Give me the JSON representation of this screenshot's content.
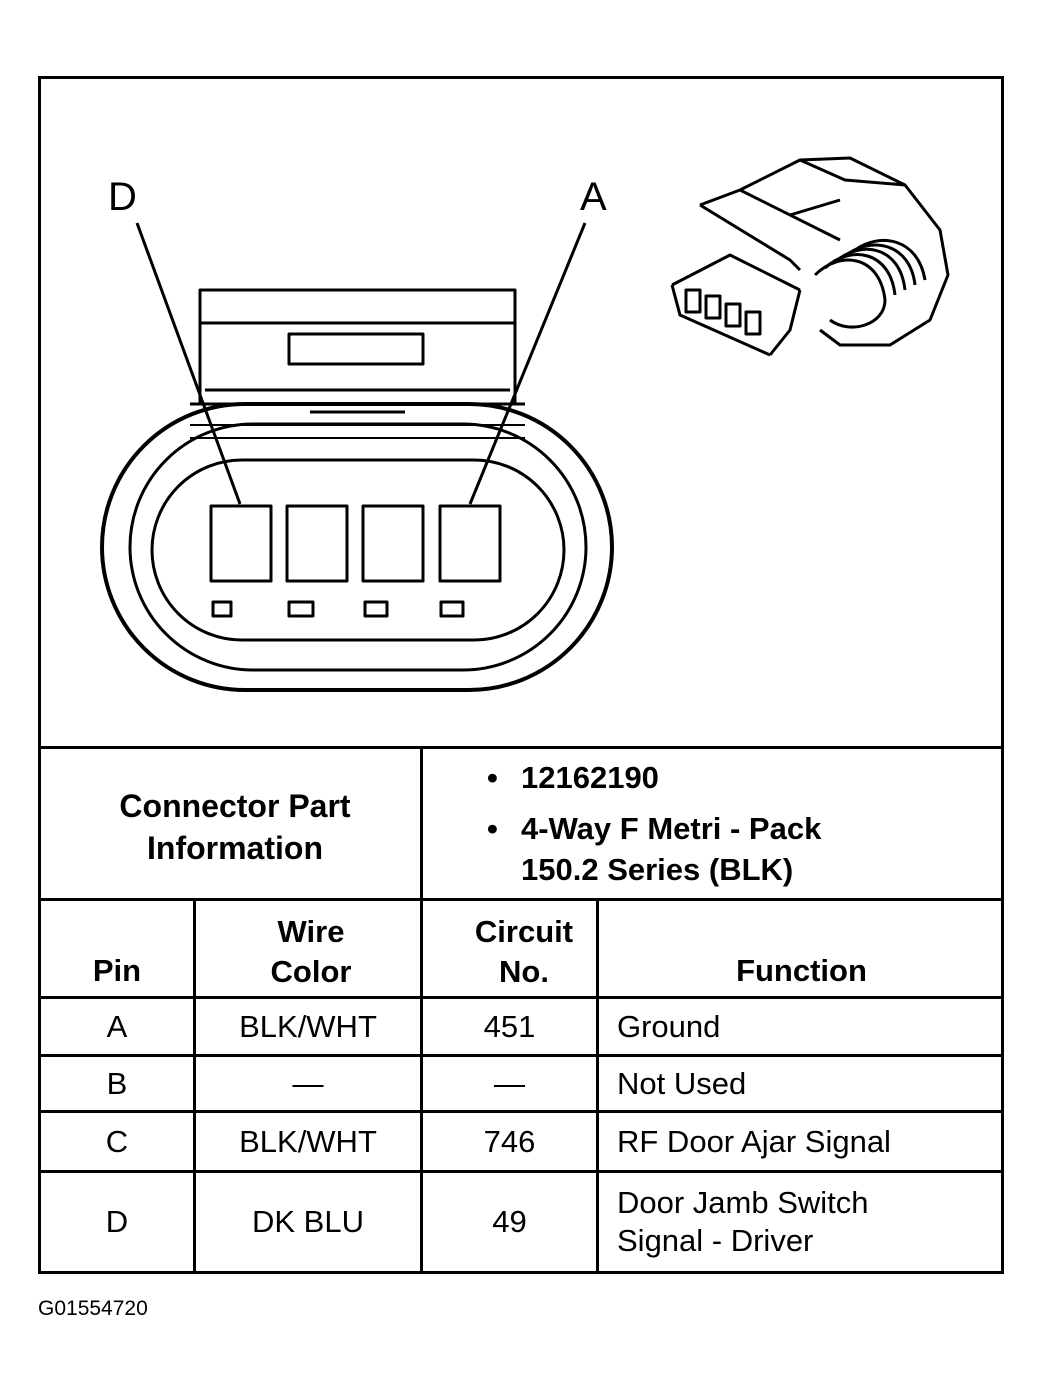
{
  "diagram": {
    "callouts": {
      "left": "D",
      "right": "A"
    }
  },
  "connector_info": {
    "label": "Connector Part Information",
    "items": [
      "12162190",
      "4-Way F Metri - Pack 150.2 Series (BLK)"
    ]
  },
  "table": {
    "headers": {
      "pin": "Pin",
      "wire_color": "Wire Color",
      "circuit": "Circuit No.",
      "function": "Function"
    },
    "rows": [
      {
        "pin": "A",
        "wire_color": "BLK/WHT",
        "circuit": "451",
        "function": "Ground"
      },
      {
        "pin": "B",
        "wire_color": "—",
        "circuit": "—",
        "function": "Not Used"
      },
      {
        "pin": "C",
        "wire_color": "BLK/WHT",
        "circuit": "746",
        "function": "RF Door Ajar Signal"
      },
      {
        "pin": "D",
        "wire_color": "DK BLU",
        "circuit": "49",
        "function": "Door Jamb Switch Signal - Driver"
      }
    ]
  },
  "figure_id": "G01554720"
}
